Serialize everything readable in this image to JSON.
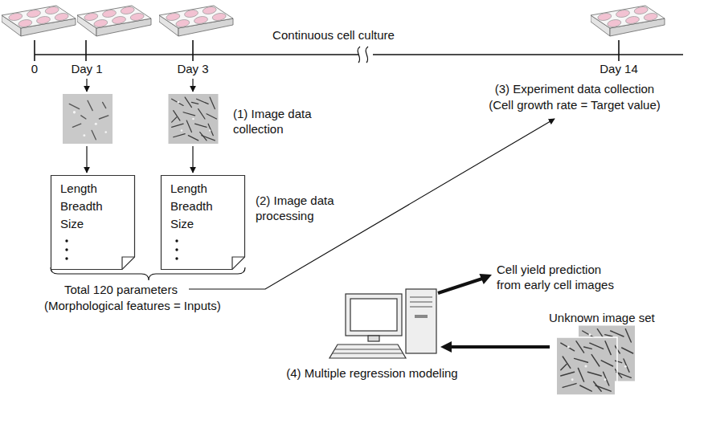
{
  "diagram": {
    "nodes": [
      {
        "text": [
          "Length",
          "Breadth",
          "Size"
        ]
      },
      {
        "text": [
          "Length",
          "Breadth",
          "Size"
        ]
      }
    ],
    "labels": [
      "Continuous cell culture",
      "0",
      "Day 1",
      "Day 3",
      "Day 14",
      "(3) Experiment data collection",
      "(Cell growth rate = Target value)",
      "(1) Image data collection",
      "(2) Image data processing",
      "Total 120 parameters",
      "(Morphological features = Inputs)",
      "Cell yield prediction from early cell images",
      "Unknown image set",
      "(4) Multiple regression modeling"
    ]
  }
}
